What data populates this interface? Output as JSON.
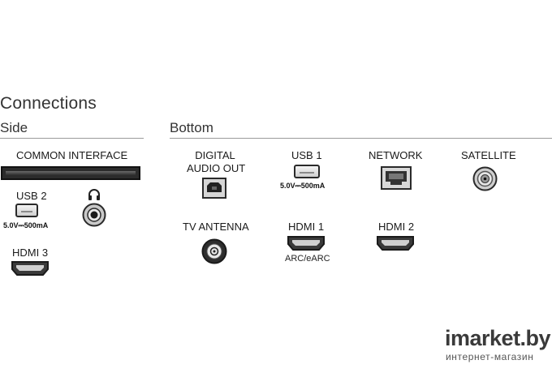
{
  "title": "Connections",
  "side": {
    "heading": "Side",
    "common_interface": "COMMON INTERFACE",
    "usb2": {
      "label": "USB 2",
      "spec": "5.0V⎓500mA"
    },
    "hdmi3": "HDMI 3"
  },
  "bottom": {
    "heading": "Bottom",
    "digital_audio_line1": "DIGITAL",
    "digital_audio_line2": "AUDIO OUT",
    "usb1": {
      "label": "USB 1",
      "spec": "5.0V⎓500mA"
    },
    "network": "NETWORK",
    "satellite": "SATELLITE",
    "tv_antenna": "TV ANTENNA",
    "hdmi1": {
      "label": "HDMI 1",
      "sub": "ARC/eARC"
    },
    "hdmi2": "HDMI 2"
  },
  "watermark": {
    "logo": "imarket.by",
    "sub": "интернет-магазин"
  },
  "icons": [
    "headphone-icon",
    "optical-port-icon",
    "ethernet-port-icon",
    "satellite-port-icon",
    "antenna-port-icon",
    "hdmi-port-icon",
    "usb-port-icon"
  ]
}
